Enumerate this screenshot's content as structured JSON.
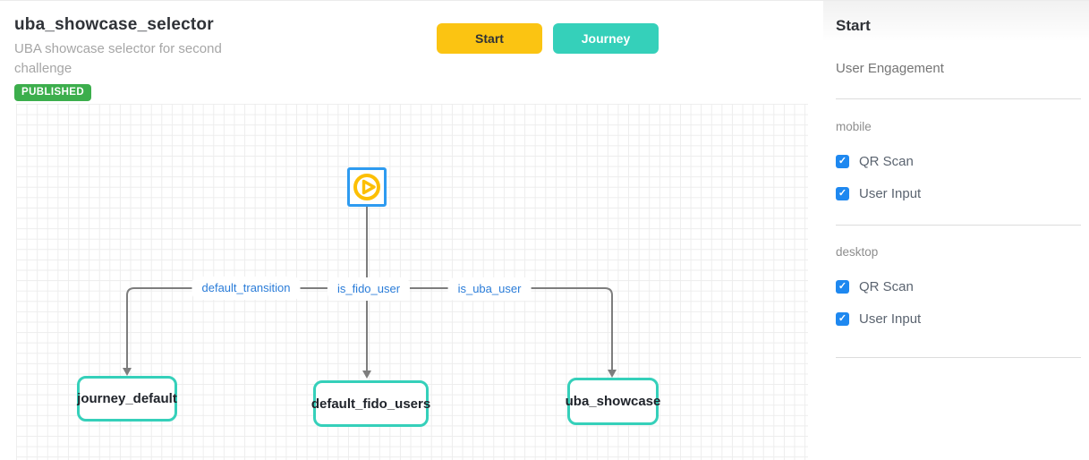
{
  "header": {
    "title": "uba_showcase_selector",
    "subtitle": "UBA showcase selector for second challenge",
    "status_badge": "PUBLISHED",
    "buttons": [
      {
        "label": "Start"
      },
      {
        "label": "Journey"
      }
    ]
  },
  "canvas": {
    "start_node_icon": "play-icon",
    "edges": [
      {
        "label": "default_transition"
      },
      {
        "label": "is_fido_user"
      },
      {
        "label": "is_uba_user"
      }
    ],
    "nodes": [
      {
        "label": "journey_default"
      },
      {
        "label": "default_fido_users"
      },
      {
        "label": "uba_showcase"
      }
    ]
  },
  "sidebar": {
    "title": "Start",
    "subtitle": "User Engagement",
    "sections": [
      {
        "label": "mobile",
        "options": [
          {
            "label": "QR Scan",
            "checked": true
          },
          {
            "label": "User Input",
            "checked": true
          }
        ]
      },
      {
        "label": "desktop",
        "options": [
          {
            "label": "QR Scan",
            "checked": true
          },
          {
            "label": "User Input",
            "checked": true
          }
        ]
      }
    ]
  },
  "icons": {
    "check_glyph": "✓"
  },
  "colors": {
    "accent_yellow": "#fbc412",
    "accent_teal": "#35d0ba",
    "badge_green": "#3cae4c",
    "node_blue_border": "#2e9bf0",
    "checkbox_blue": "#1e88f0",
    "edge_label_blue": "#2a7cd8",
    "edge_gray": "#7d7d7d",
    "play_icon_yellow": "#fcbf05",
    "grid_line": "#ededed"
  }
}
